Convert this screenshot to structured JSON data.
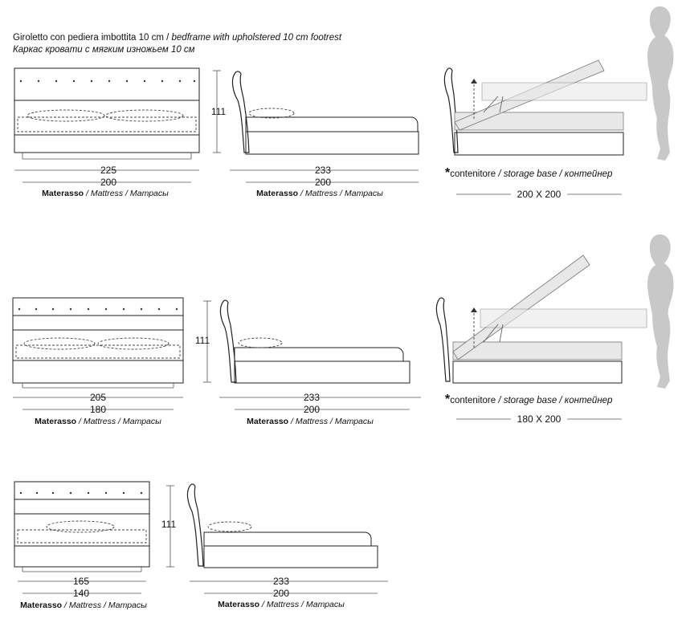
{
  "header": {
    "line1_regular": "Giroletto con pediera imbottita 10 cm / ",
    "line1_italic": "bedframe with upholstered 10 cm footrest",
    "line2": "Каркас кровати с мягким изножьем 10 см"
  },
  "mattress_label": {
    "it": "Materasso",
    "en": " / Mattress / ",
    "ru": "Матрасы"
  },
  "storage_label": {
    "asterisk": "*",
    "it": "contenitore",
    "rest": " / storage base / контейнер"
  },
  "rows": [
    {
      "top_view": {
        "overall": "225",
        "mattress": "200"
      },
      "side_view": {
        "height": "111",
        "overall": "233",
        "mattress": "200"
      },
      "storage": {
        "size": "200 X 200"
      }
    },
    {
      "top_view": {
        "overall": "205",
        "mattress": "180"
      },
      "side_view": {
        "height": "111",
        "overall": "233",
        "mattress": "200"
      },
      "storage": {
        "size": "180 X 200"
      }
    },
    {
      "top_view": {
        "overall": "165",
        "mattress": "140"
      },
      "side_view": {
        "height": "111",
        "overall": "233",
        "mattress": "200"
      }
    }
  ]
}
